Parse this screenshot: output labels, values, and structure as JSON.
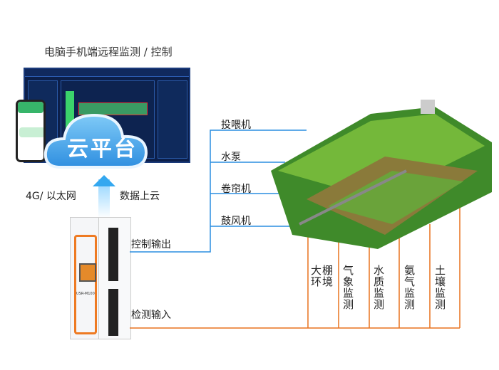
{
  "title": "电脑手机端远程监测 / 控制",
  "cloud_label": "云平台",
  "left_labels": {
    "network": "4G/ 以太网",
    "upload": "数据上云"
  },
  "device": {
    "model": "USR-M100"
  },
  "io_labels": {
    "control_output": "控制输出",
    "detect_input": "检测输入"
  },
  "outputs": [
    "投喂机",
    "水泵",
    "卷帘机",
    "鼓风机"
  ],
  "monitors": [
    "大棚环境",
    "气象监测",
    "水质监测",
    "氨气监测",
    "土壤监测"
  ],
  "colors": {
    "control": "#2a8ee0",
    "detect": "#e8721e",
    "cloud": "#3aa0ea"
  }
}
